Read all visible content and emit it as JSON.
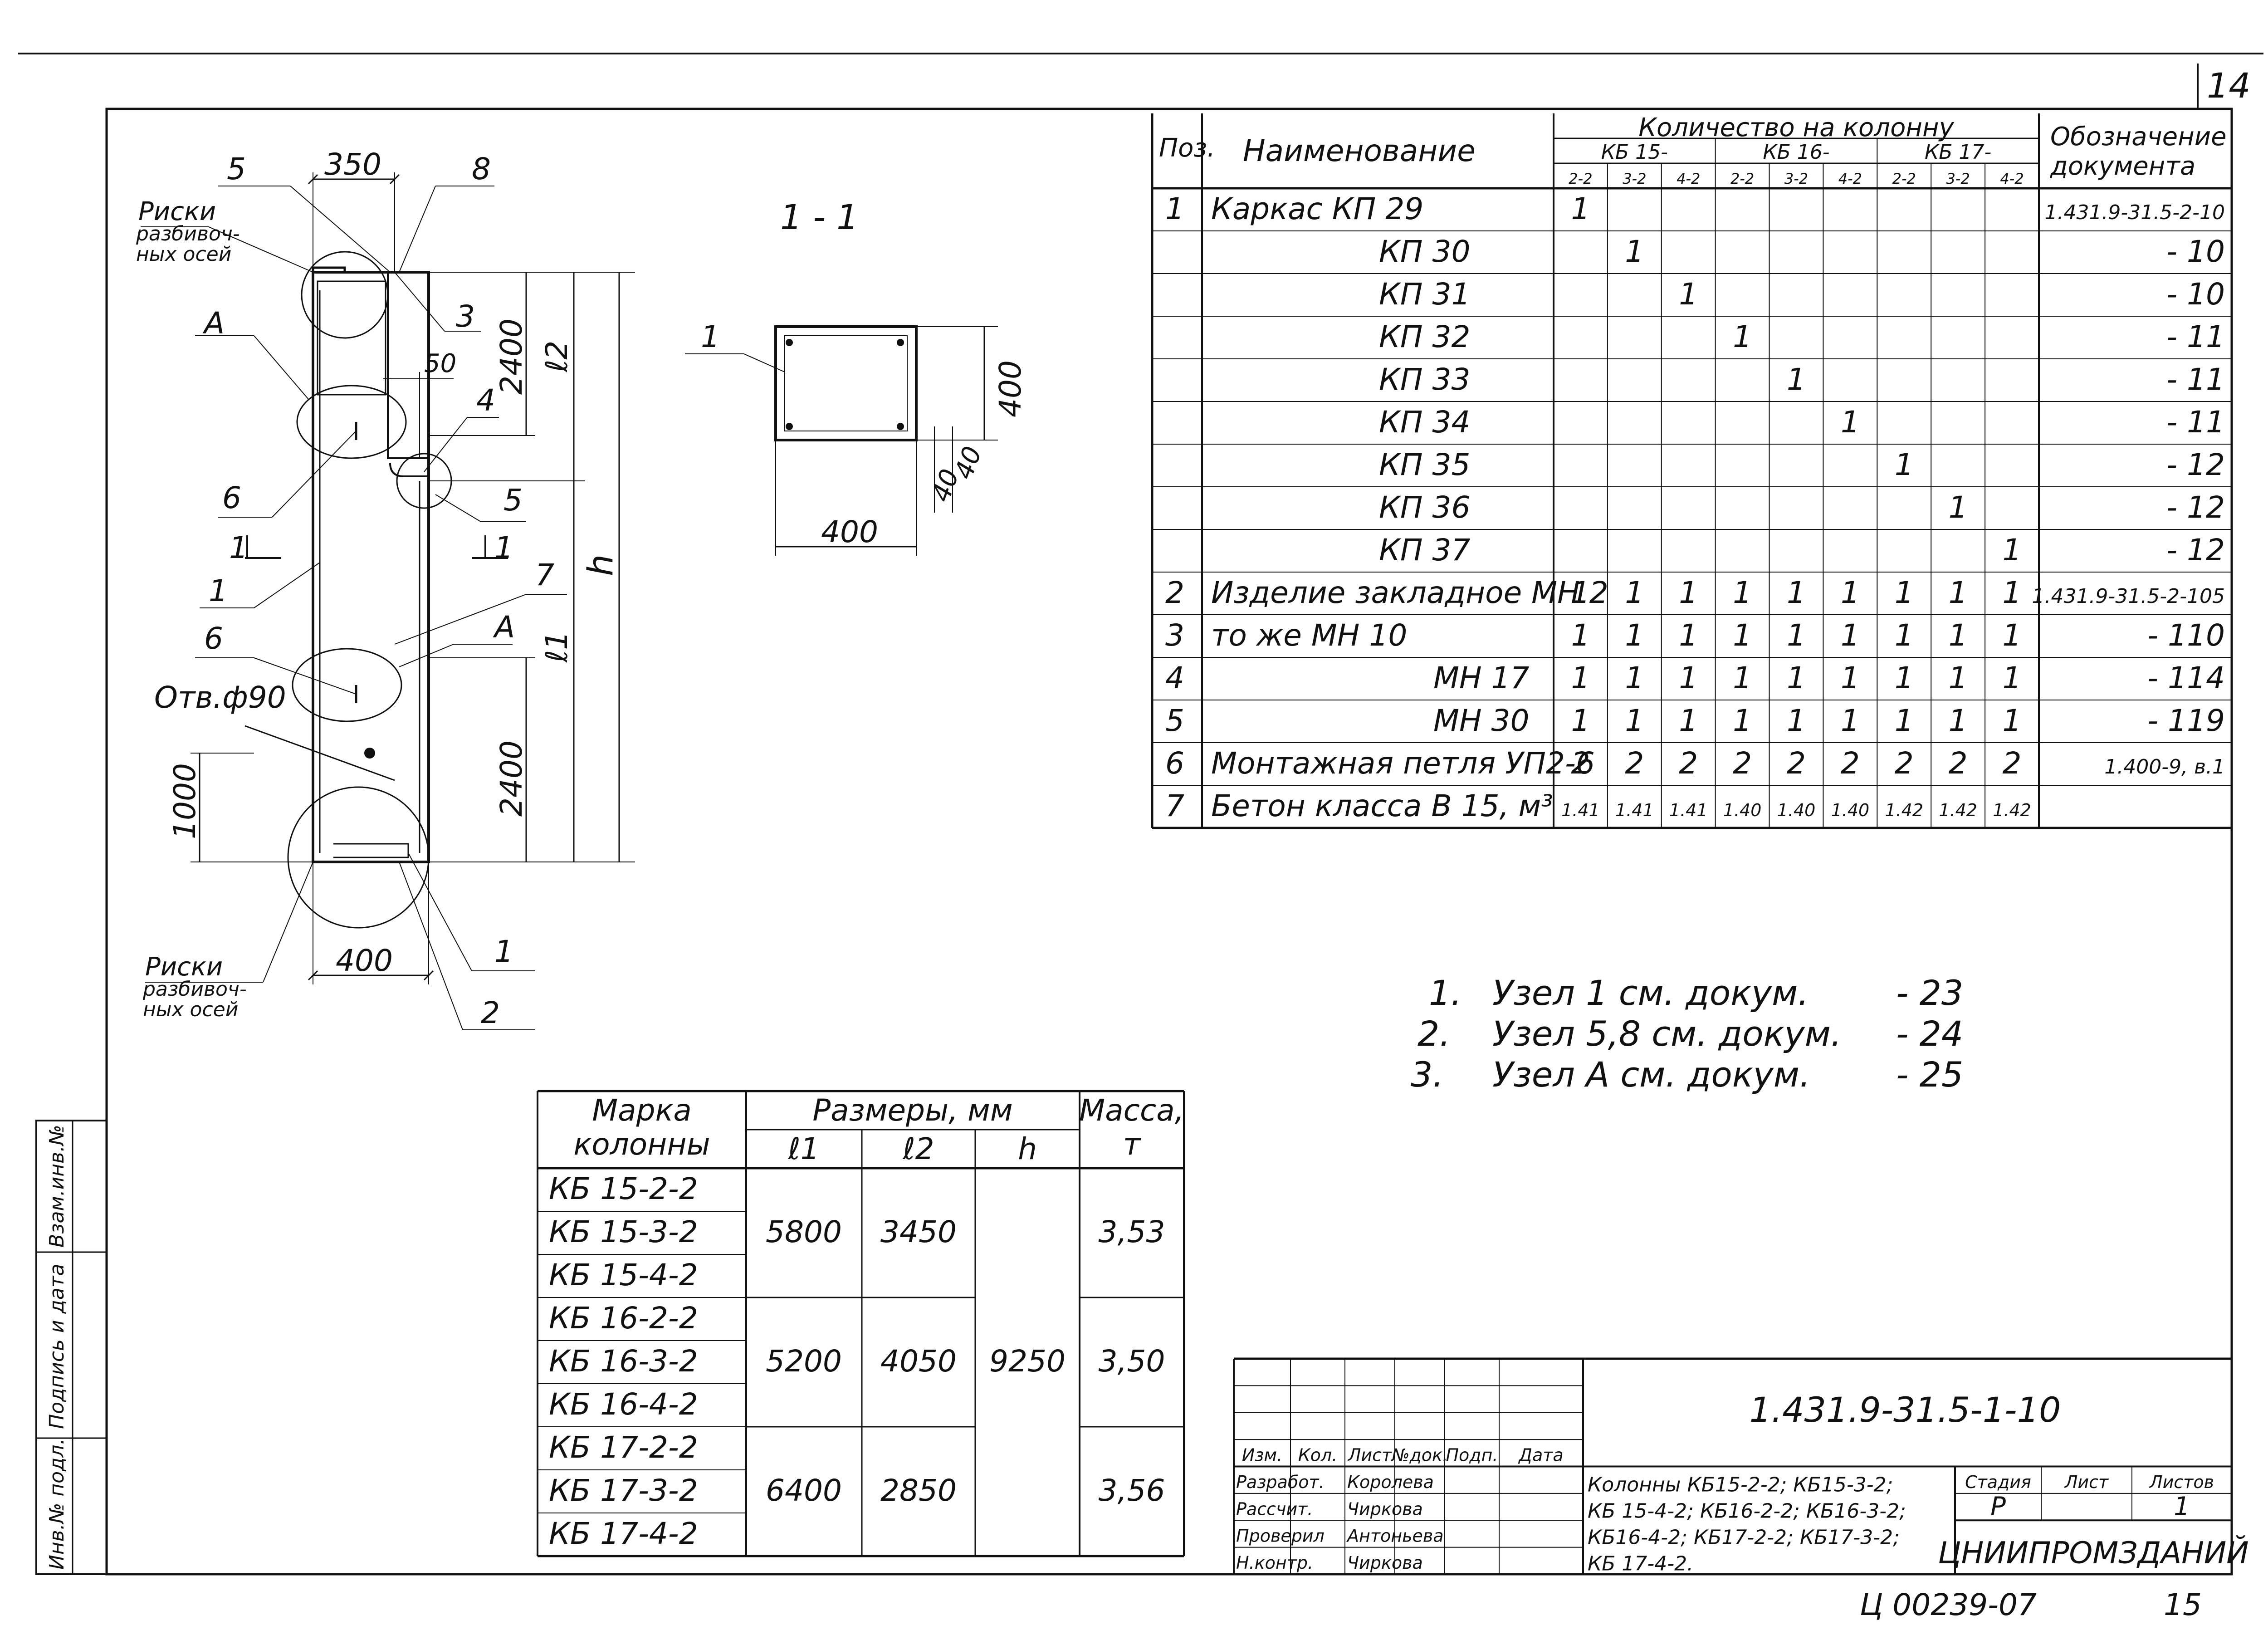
{
  "sheet": {
    "sheet_number": "14",
    "archive_code": "Ц 00239-07",
    "archive_page": "15"
  },
  "drawing": {
    "dim_top_width": "350",
    "dim_bottom_width": "400",
    "dim_top_zone": "2400",
    "dim_bottom_zone": "2400",
    "dim_hole": "1000",
    "dim_50": "50",
    "label_l2": "ℓ2",
    "label_l1": "ℓ1",
    "label_h": "h",
    "hole_label": "Отв.ф90",
    "risk_top_1": "Риски",
    "risk_top_2": "разбивоч-",
    "risk_top_3": "ных осей",
    "risk_bottom_1": "Риски",
    "risk_bottom_2": "разбивоч-",
    "risk_bottom_3": "ных осей",
    "callout_A": "A",
    "cut_mark": "1",
    "leaders": [
      "5",
      "8",
      "3",
      "4",
      "5",
      "6",
      "1",
      "6",
      "7",
      "A",
      "1",
      "2"
    ]
  },
  "section": {
    "title": "1 - 1",
    "dim_width": "400",
    "dim_height": "400",
    "dim_40a": "40",
    "dim_40b": "40",
    "leader": "1"
  },
  "spec_table": {
    "header_pos": "Поз.",
    "header_name": "Наименование",
    "header_qty": "Количество на колонну",
    "groups": [
      "КБ 15-",
      "КБ 16-",
      "КБ 17-"
    ],
    "subheaders": [
      "2-2",
      "3-2",
      "4-2",
      "2-2",
      "3-2",
      "4-2",
      "2-2",
      "3-2",
      "4-2"
    ],
    "header_doc": "Обозначение документа",
    "rows": [
      {
        "pos": "1",
        "name": "Каркас   КП 29",
        "q": [
          "1",
          "",
          "",
          "",
          "",
          "",
          "",
          "",
          ""
        ],
        "doc": "1.431.9-31.5-2-10"
      },
      {
        "pos": "",
        "name": "КП 30",
        "q": [
          "",
          "1",
          "",
          "",
          "",
          "",
          "",
          "",
          ""
        ],
        "doc": "- 10"
      },
      {
        "pos": "",
        "name": "КП 31",
        "q": [
          "",
          "",
          "1",
          "",
          "",
          "",
          "",
          "",
          ""
        ],
        "doc": "- 10"
      },
      {
        "pos": "",
        "name": "КП 32",
        "q": [
          "",
          "",
          "",
          "1",
          "",
          "",
          "",
          "",
          ""
        ],
        "doc": "- 11"
      },
      {
        "pos": "",
        "name": "КП 33",
        "q": [
          "",
          "",
          "",
          "",
          "1",
          "",
          "",
          "",
          ""
        ],
        "doc": "- 11"
      },
      {
        "pos": "",
        "name": "КП 34",
        "q": [
          "",
          "",
          "",
          "",
          "",
          "1",
          "",
          "",
          ""
        ],
        "doc": "- 11"
      },
      {
        "pos": "",
        "name": "КП 35",
        "q": [
          "",
          "",
          "",
          "",
          "",
          "",
          "1",
          "",
          ""
        ],
        "doc": "- 12"
      },
      {
        "pos": "",
        "name": "КП 36",
        "q": [
          "",
          "",
          "",
          "",
          "",
          "",
          "",
          "1",
          ""
        ],
        "doc": "- 12"
      },
      {
        "pos": "",
        "name": "КП 37",
        "q": [
          "",
          "",
          "",
          "",
          "",
          "",
          "",
          "",
          "1"
        ],
        "doc": "- 12"
      },
      {
        "pos": "2",
        "name": "Изделие закладное МН 2",
        "q": [
          "1",
          "1",
          "1",
          "1",
          "1",
          "1",
          "1",
          "1",
          "1"
        ],
        "doc": "1.431.9-31.5-2-105"
      },
      {
        "pos": "3",
        "name": "то же          МН 10",
        "q": [
          "1",
          "1",
          "1",
          "1",
          "1",
          "1",
          "1",
          "1",
          "1"
        ],
        "doc": "- 110"
      },
      {
        "pos": "4",
        "name": "МН 17",
        "q": [
          "1",
          "1",
          "1",
          "1",
          "1",
          "1",
          "1",
          "1",
          "1"
        ],
        "doc": "- 114"
      },
      {
        "pos": "5",
        "name": "МН 30",
        "q": [
          "1",
          "1",
          "1",
          "1",
          "1",
          "1",
          "1",
          "1",
          "1"
        ],
        "doc": "- 119"
      },
      {
        "pos": "6",
        "name": "Монтажная петля УП2-6",
        "q": [
          "2",
          "2",
          "2",
          "2",
          "2",
          "2",
          "2",
          "2",
          "2"
        ],
        "doc": "1.400-9, в.1"
      },
      {
        "pos": "7",
        "name": "Бетон класса В 15, м³",
        "q": [
          "1.41",
          "1.41",
          "1.41",
          "1.40",
          "1.40",
          "1.40",
          "1.42",
          "1.42",
          "1.42"
        ],
        "doc": ""
      }
    ]
  },
  "notes": [
    {
      "n": "1.",
      "text": "Узел 1  см. докум.",
      "ref": "- 23"
    },
    {
      "n": "2.",
      "text": "Узел 5,8 см. докум.",
      "ref": "- 24"
    },
    {
      "n": "3.",
      "text": "Узел А  см. докум.",
      "ref": "- 25"
    }
  ],
  "marks_table": {
    "header_mark": "Марка колонны",
    "header_sizes": "Размеры, мм",
    "header_l1": "ℓ1",
    "header_l2": "ℓ2",
    "header_h": "h",
    "header_mass": "Масса, т",
    "marks": [
      "КБ 15-2-2",
      "КБ 15-3-2",
      "КБ 15-4-2",
      "КБ 16-2-2",
      "КБ 16-3-2",
      "КБ 16-4-2",
      "КБ 17-2-2",
      "КБ 17-3-2",
      "КБ 17-4-2"
    ],
    "groups": [
      {
        "l1": "5800",
        "l2": "3450",
        "mass": "3,53"
      },
      {
        "l1": "5200",
        "l2": "4050",
        "mass": "3,50"
      },
      {
        "l1": "6400",
        "l2": "2850",
        "mass": "3,56"
      }
    ],
    "h": "9250"
  },
  "title_block": {
    "code": "1.431.9-31.5-1-10",
    "cols": [
      "Изм.",
      "Кол.",
      "Лист",
      "№док.",
      "Подп.",
      "Дата"
    ],
    "roles": [
      {
        "role": "Разработ.",
        "name": "Королева"
      },
      {
        "role": "Рассчит.",
        "name": "Чиркова"
      },
      {
        "role": "Проверил",
        "name": "Антоньева"
      },
      {
        "role": "Н.контр.",
        "name": "Чиркова"
      }
    ],
    "description": [
      "Колонны КБ15-2-2; КБ15-3-2;",
      "КБ 15-4-2; КБ16-2-2; КБ16-3-2;",
      "КБ16-4-2; КБ17-2-2; КБ17-3-2;",
      "КБ 17-4-2."
    ],
    "stage_h": "Стадия",
    "sheet_h": "Лист",
    "sheets_h": "Листов",
    "stage": "Р",
    "sheet": "1",
    "sheets": "",
    "org": "ЦНИИПРОМЗДАНИЙ"
  },
  "side_stamp": [
    "Инв.№ подл.",
    "Подпись и дата",
    "Взам.инв.№"
  ]
}
